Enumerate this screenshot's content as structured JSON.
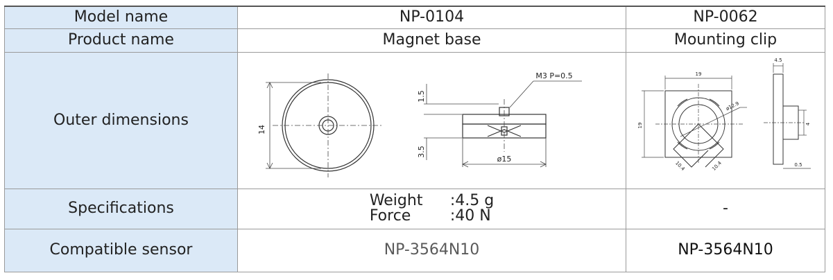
{
  "rows": {
    "model": {
      "header": "Model name",
      "col1": "NP-0104",
      "col2": "NP-0062"
    },
    "product": {
      "header": "Product name",
      "col1": "Magnet base",
      "col2": "Mounting clip"
    },
    "dimensions": {
      "header": "Outer dimensions",
      "np0104_drawing": {
        "thread": "M3 P=0.5",
        "height_top": "1.5",
        "height_bottom": "3.5",
        "width": "14",
        "diameter": "ø15"
      },
      "np0062_drawing": {
        "top": "19",
        "side_w": "4.5",
        "left": "19",
        "diag": "ø12.9",
        "diag_left": "10.4",
        "diag_right": "10.4",
        "thick": "4",
        "bottom": "0.5"
      }
    },
    "specifications": {
      "header": "Specifications",
      "col1": [
        {
          "key": "Weight",
          "value": ":4.5 g"
        },
        {
          "key": "Force",
          "value": ":40 N"
        }
      ],
      "col2": "-"
    },
    "sensor": {
      "header": "Compatible sensor",
      "col1": "NP-3564N10",
      "col2": "NP-3564N10"
    }
  }
}
